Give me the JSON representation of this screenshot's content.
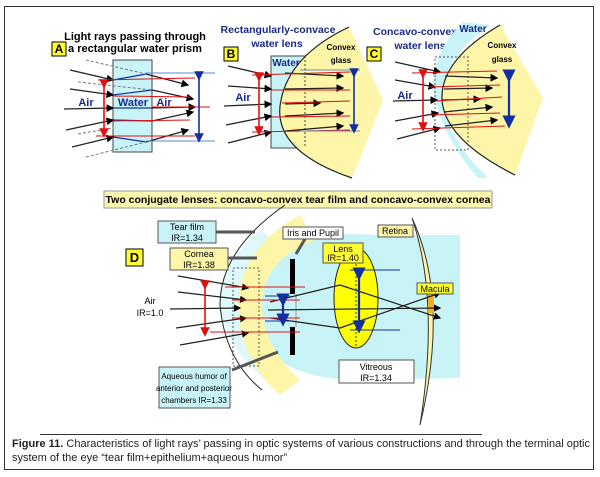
{
  "panels": {
    "A": {
      "letter": "A",
      "title_line1": "Light rays passing through",
      "title_line2": "a rectangular water prism",
      "labels": {
        "air_left": "Air",
        "water": "Water",
        "air_right": "Air"
      }
    },
    "B": {
      "letter": "B",
      "title_line1": "Rectangularly-convace",
      "title_line2": "water lens",
      "labels": {
        "water": "Water",
        "convex": "Convex",
        "glass": "glass",
        "air": "Air"
      }
    },
    "C": {
      "letter": "C",
      "title_line1": "Concavo-convex",
      "title_line2": "water lens",
      "labels": {
        "water": "Water",
        "convex": "Convex",
        "glass": "glass",
        "air": "Air"
      }
    },
    "D": {
      "letter": "D",
      "banner": "Two conjugate lenses: concavo-convex tear film and concavo-convex cornea",
      "labels": {
        "tear_film": "Tear film",
        "tear_film_ir": "IR=1.34",
        "cornea": "Cornea",
        "cornea_ir": "IR=1.38",
        "iris_pupil": "Iris and Pupil",
        "lens": "Lens",
        "lens_ir": "IR=1.40",
        "retina": "Retina",
        "macula": "Macula",
        "air": "Air",
        "air_ir": "IR=1.0",
        "aqueous_1": "Aqueous humor of",
        "aqueous_2": "anterior and posterior",
        "aqueous_3": "chambers IR=1.33",
        "vitreous": "Vitreous",
        "vitreous_ir": "IR=1.34"
      }
    }
  },
  "caption": {
    "label": "Figure 11.",
    "text": " Characteristics of light rays’ passing in optic systems of various constructions and through the terminal optic system of the eye “tear film+epithelium+aqueous humor”"
  },
  "colors": {
    "water": "#c8f4f8",
    "glass": "#fdf5a8",
    "lens": "#ffff00",
    "label_yellow": "#ffff66",
    "red": "#e01010",
    "blue": "#1030a0",
    "macula": "#f0b020"
  }
}
